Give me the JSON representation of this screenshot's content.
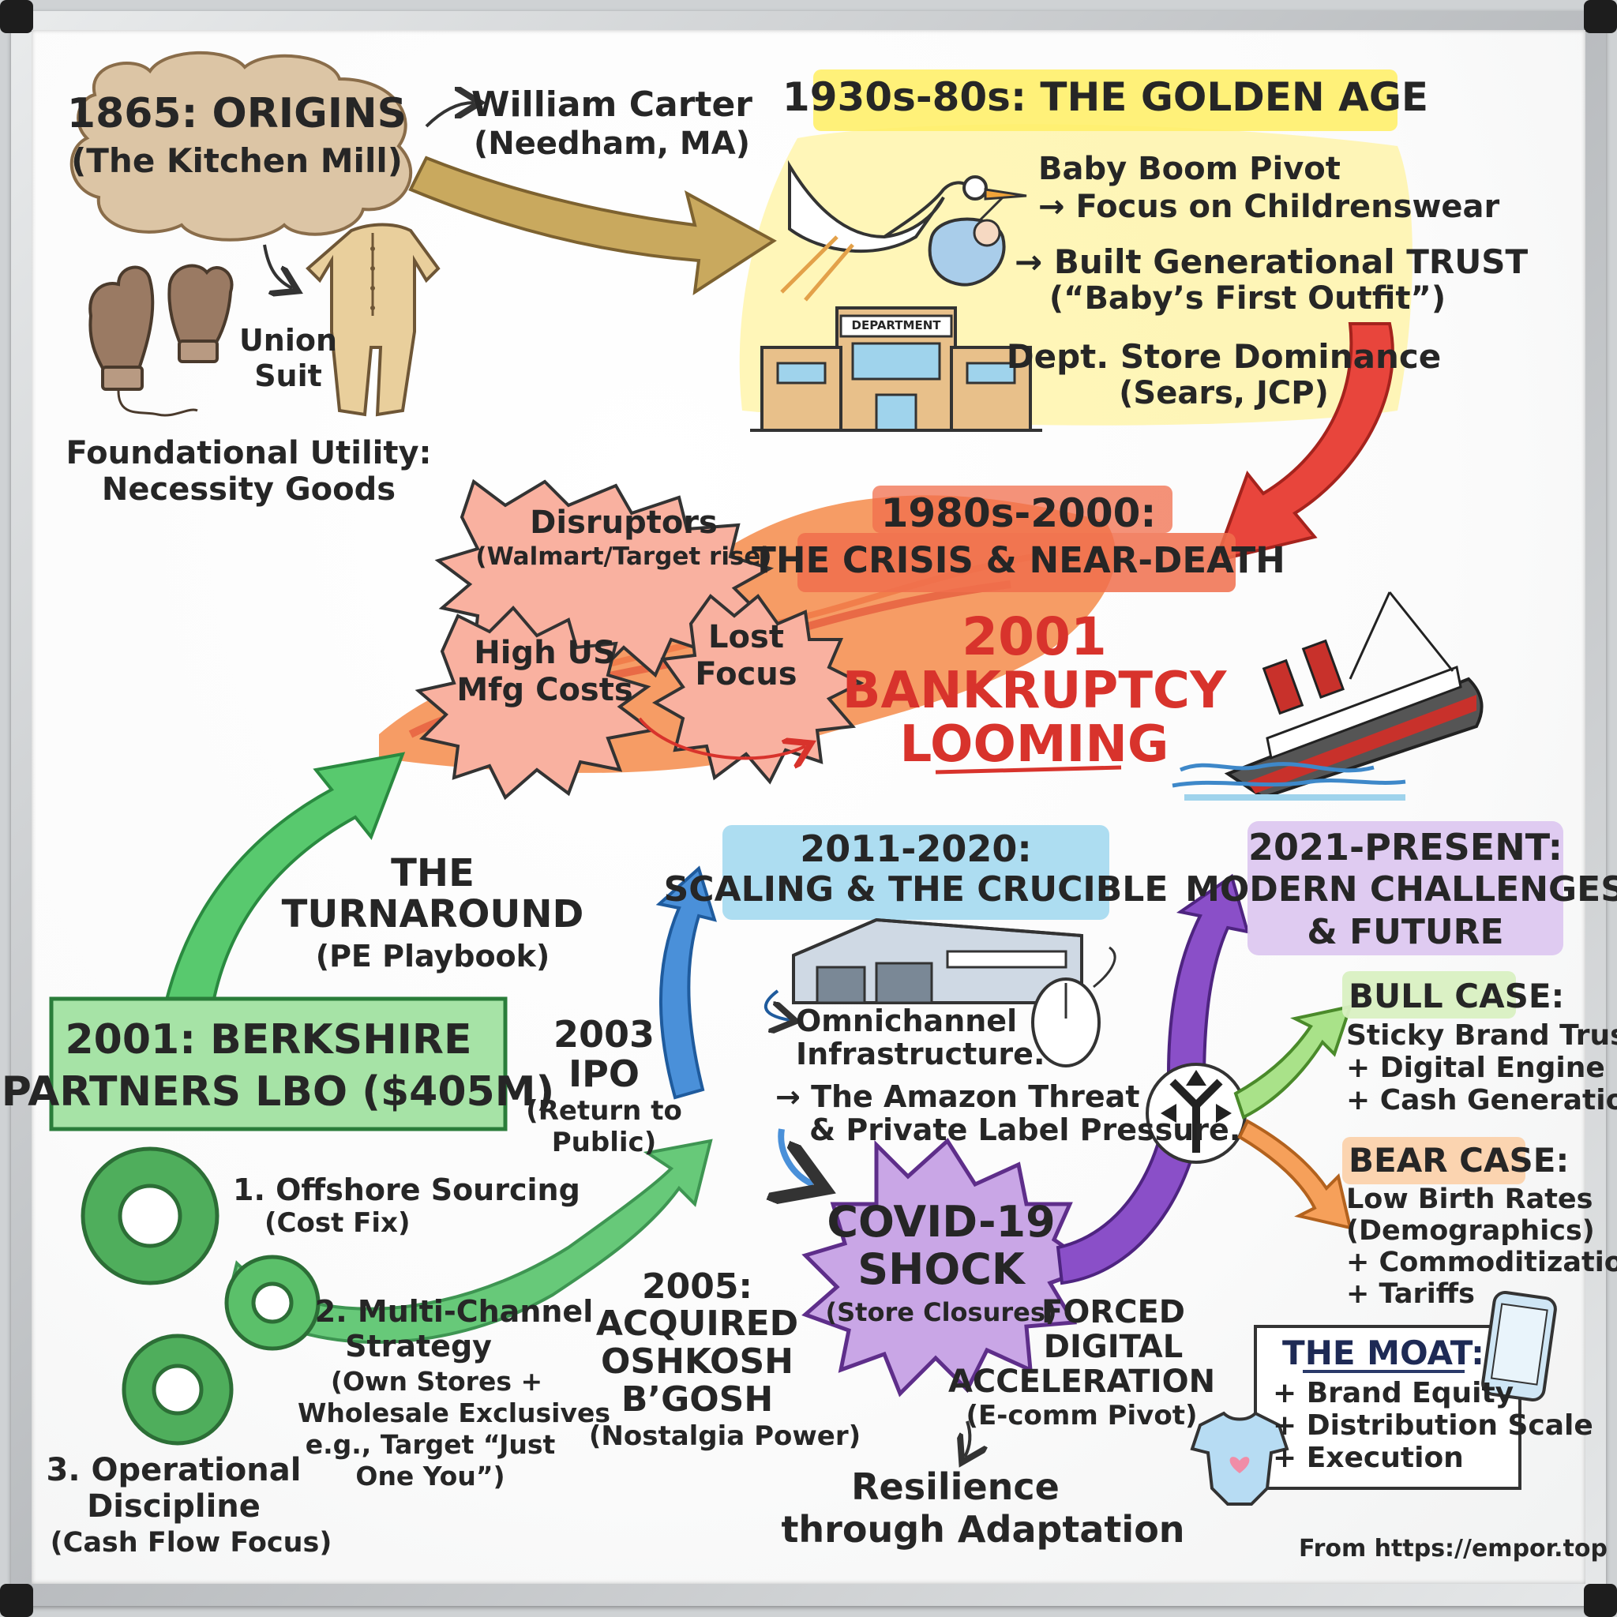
{
  "origins": {
    "title": "1865: ORIGINS",
    "subtitle": "(The Kitchen Mill)",
    "founder_name": "William Carter",
    "founder_place": "(Needham, MA)",
    "union_suit_1": "Union",
    "union_suit_2": "Suit",
    "utility_1": "Foundational Utility:",
    "utility_2": "Necessity Goods"
  },
  "golden_age": {
    "title": "1930s-80s: THE GOLDEN AGE",
    "line1": "Baby Boom Pivot",
    "line2": "→ Focus on Childrenswear",
    "line3": "→ Built Generational TRUST",
    "line4": "(“Baby’s First Outfit”)",
    "line5": "Dept. Store Dominance",
    "line6": "(Sears, JCP)",
    "store_sign": "DEPARTMENT"
  },
  "crisis": {
    "title1": "1980s-2000:",
    "title2": "THE CRISIS & NEAR-DEATH",
    "disruptors_1": "Disruptors",
    "disruptors_2": "(Walmart/Target rise)",
    "costs_1": "High US",
    "costs_2": "Mfg Costs",
    "focus_1": "Lost",
    "focus_2": "Focus",
    "bankruptcy_1": "2001",
    "bankruptcy_2": "BANKRUPTCY",
    "bankruptcy_3": "LOOMING"
  },
  "turnaround": {
    "title1": "THE",
    "title2": "TURNAROUND",
    "subtitle": "(PE Playbook)",
    "lbo_1": "2001: BERKSHIRE",
    "lbo_2": "PARTNERS LBO ($405M)",
    "step1_a": "1. Offshore Sourcing",
    "step1_b": "(Cost Fix)",
    "step2_a": "2. Multi-Channel",
    "step2_b": "Strategy",
    "step2_c": "(Own Stores +",
    "step2_d": "Wholesale Exclusives",
    "step2_e": "e.g., Target “Just",
    "step2_f": "One You”)",
    "step3_a": "3. Operational",
    "step3_b": "Discipline",
    "step3_c": "(Cash Flow Focus)"
  },
  "ipo": {
    "a": "2003",
    "b": "IPO",
    "c": "(Return to",
    "d": "Public)"
  },
  "oshkosh": {
    "a": "2005:",
    "b": "ACQUIRED",
    "c": "OSHKOSH",
    "d": "B’GOSH",
    "e": "(Nostalgia Power)"
  },
  "scaling": {
    "title1": "2011-2020:",
    "title2": "SCALING & THE CRUCIBLE",
    "omni_1": "Omnichannel",
    "omni_2": "Infrastructure.",
    "amazon_1": "→ The Amazon Threat",
    "amazon_2": "& Private Label Pressure."
  },
  "covid": {
    "a": "COVID-19",
    "b": "SHOCK",
    "c": "(Store Closures)",
    "forced_1": "FORCED",
    "forced_2": "DIGITAL",
    "forced_3": "ACCELERATION",
    "forced_4": "(E-comm Pivot)",
    "resilience_1": "Resilience",
    "resilience_2": "through Adaptation"
  },
  "modern": {
    "title1": "2021-PRESENT:",
    "title2": "MODERN CHALLENGES",
    "title3": "& FUTURE",
    "bull_title": "BULL CASE:",
    "bull_1": "Sticky Brand Trust",
    "bull_2": "+ Digital Engine",
    "bull_3": "+ Cash Generation",
    "bear_title": "BEAR CASE:",
    "bear_1": "Low Birth Rates",
    "bear_2": "(Demographics)",
    "bear_3": "+ Commoditization",
    "bear_4": "+ Tariffs",
    "moat_title": "THE MOAT:",
    "moat_1": "+ Brand Equity",
    "moat_2": "+ Distribution Scale",
    "moat_3": "+ Execution"
  },
  "source": "From https://empor.top",
  "colors": {
    "board": "#ffffff",
    "frame": "#c4c7ca",
    "green": "#3fbf5a",
    "yellow": "#fff27a",
    "red": "#e8443a",
    "orange": "#f7843a",
    "blue": "#4a90d9",
    "purple": "#8a4fc8",
    "tan": "#c7a86a"
  }
}
